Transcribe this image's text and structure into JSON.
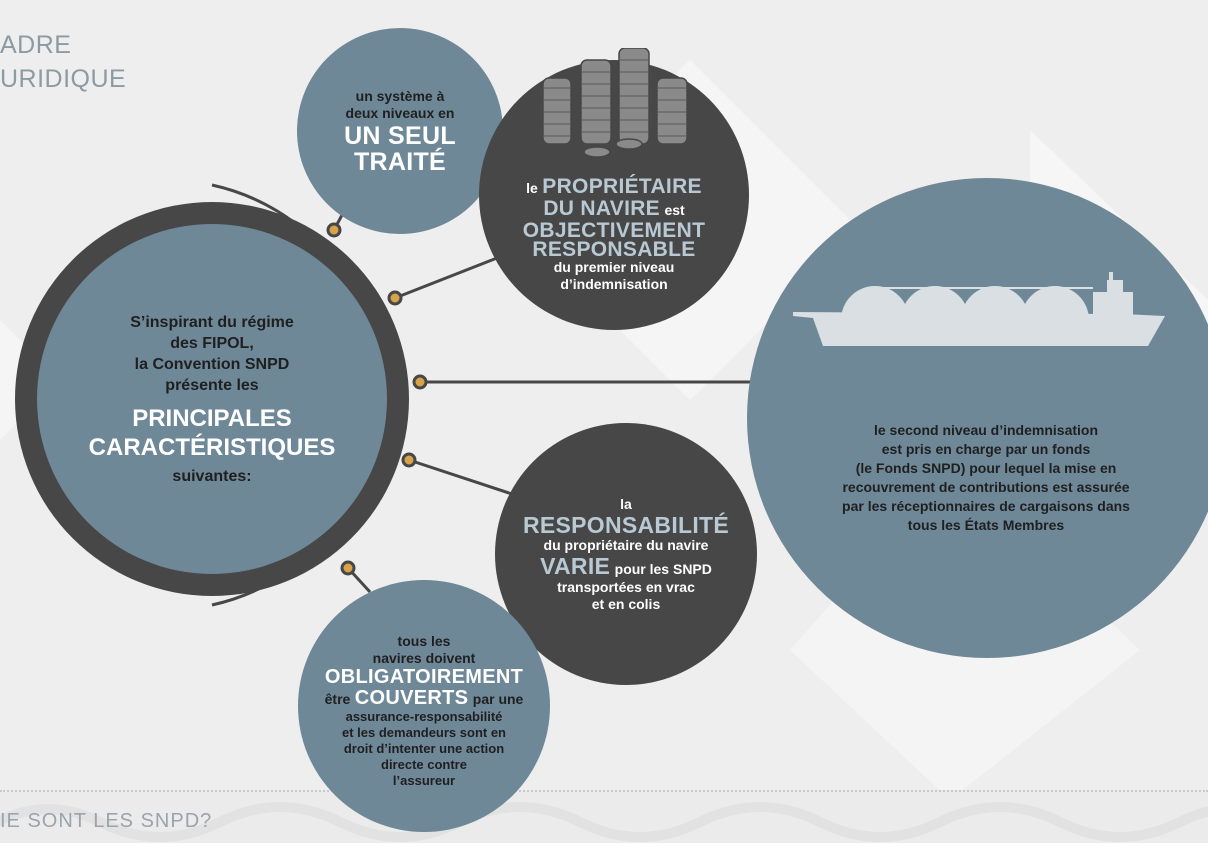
{
  "header": {
    "title_line1": "ADRE",
    "title_line2": "URIDIQUE"
  },
  "footer": {
    "text": "IE SONT LES SNPD?"
  },
  "center": {
    "lead_lines": [
      "S’inspirant du régime",
      "des FIPOL,",
      "la Convention SNPD",
      "présente les"
    ],
    "highlight": [
      "PRINCIPALES",
      "CARACTÉRISTIQUES"
    ],
    "tail": "suivantes:"
  },
  "traite": {
    "lines": [
      "un système à",
      "deux niveaux en"
    ],
    "highlight": [
      "UN SEUL",
      "TRAITÉ"
    ]
  },
  "proprietaire": {
    "prefix": "le",
    "h1": "PROPRIÉTAIRE",
    "h2": "DU NAVIRE",
    "h2_suffix": "est",
    "h3": "OBJECTIVEMENT",
    "h4": "RESPONSABLE",
    "lines": [
      "du premier niveau",
      "d’indemnisation"
    ]
  },
  "fonds": {
    "lines": [
      "le second niveau d’indemnisation",
      "est pris en charge par un fonds",
      "(le Fonds SNPD) pour lequel la mise en",
      "recouvrement de contributions est assurée",
      "par les réceptionnaires de cargaisons dans",
      "tous les États Membres"
    ]
  },
  "responsabilite": {
    "prefix": "la",
    "h1": "RESPONSABILITÉ",
    "line1": "du propriétaire du navire",
    "h2": "VARIE",
    "h2_suffix": "pour les SNPD",
    "lines": [
      "transportées en vrac",
      "et en colis"
    ]
  },
  "assurance": {
    "lines_top": [
      "tous les",
      "navires doivent"
    ],
    "h1": "OBLIGATOIREMENT",
    "pre2": "être",
    "h2": "COUVERTS",
    "post2": "par une",
    "lines": [
      "assurance-responsabilité",
      "et les demandeurs sont en",
      "droit d’intenter une action",
      "directe contre",
      "l’assureur"
    ]
  },
  "colors": {
    "blue_circle": "#6f8898",
    "dark_circle": "#474747",
    "accent_text": "#b9c9d3",
    "connector": "#474747",
    "node_dot": "#d8a24a"
  },
  "icons": [
    "coins-stack-icon",
    "gas-carrier-ship-icon"
  ]
}
